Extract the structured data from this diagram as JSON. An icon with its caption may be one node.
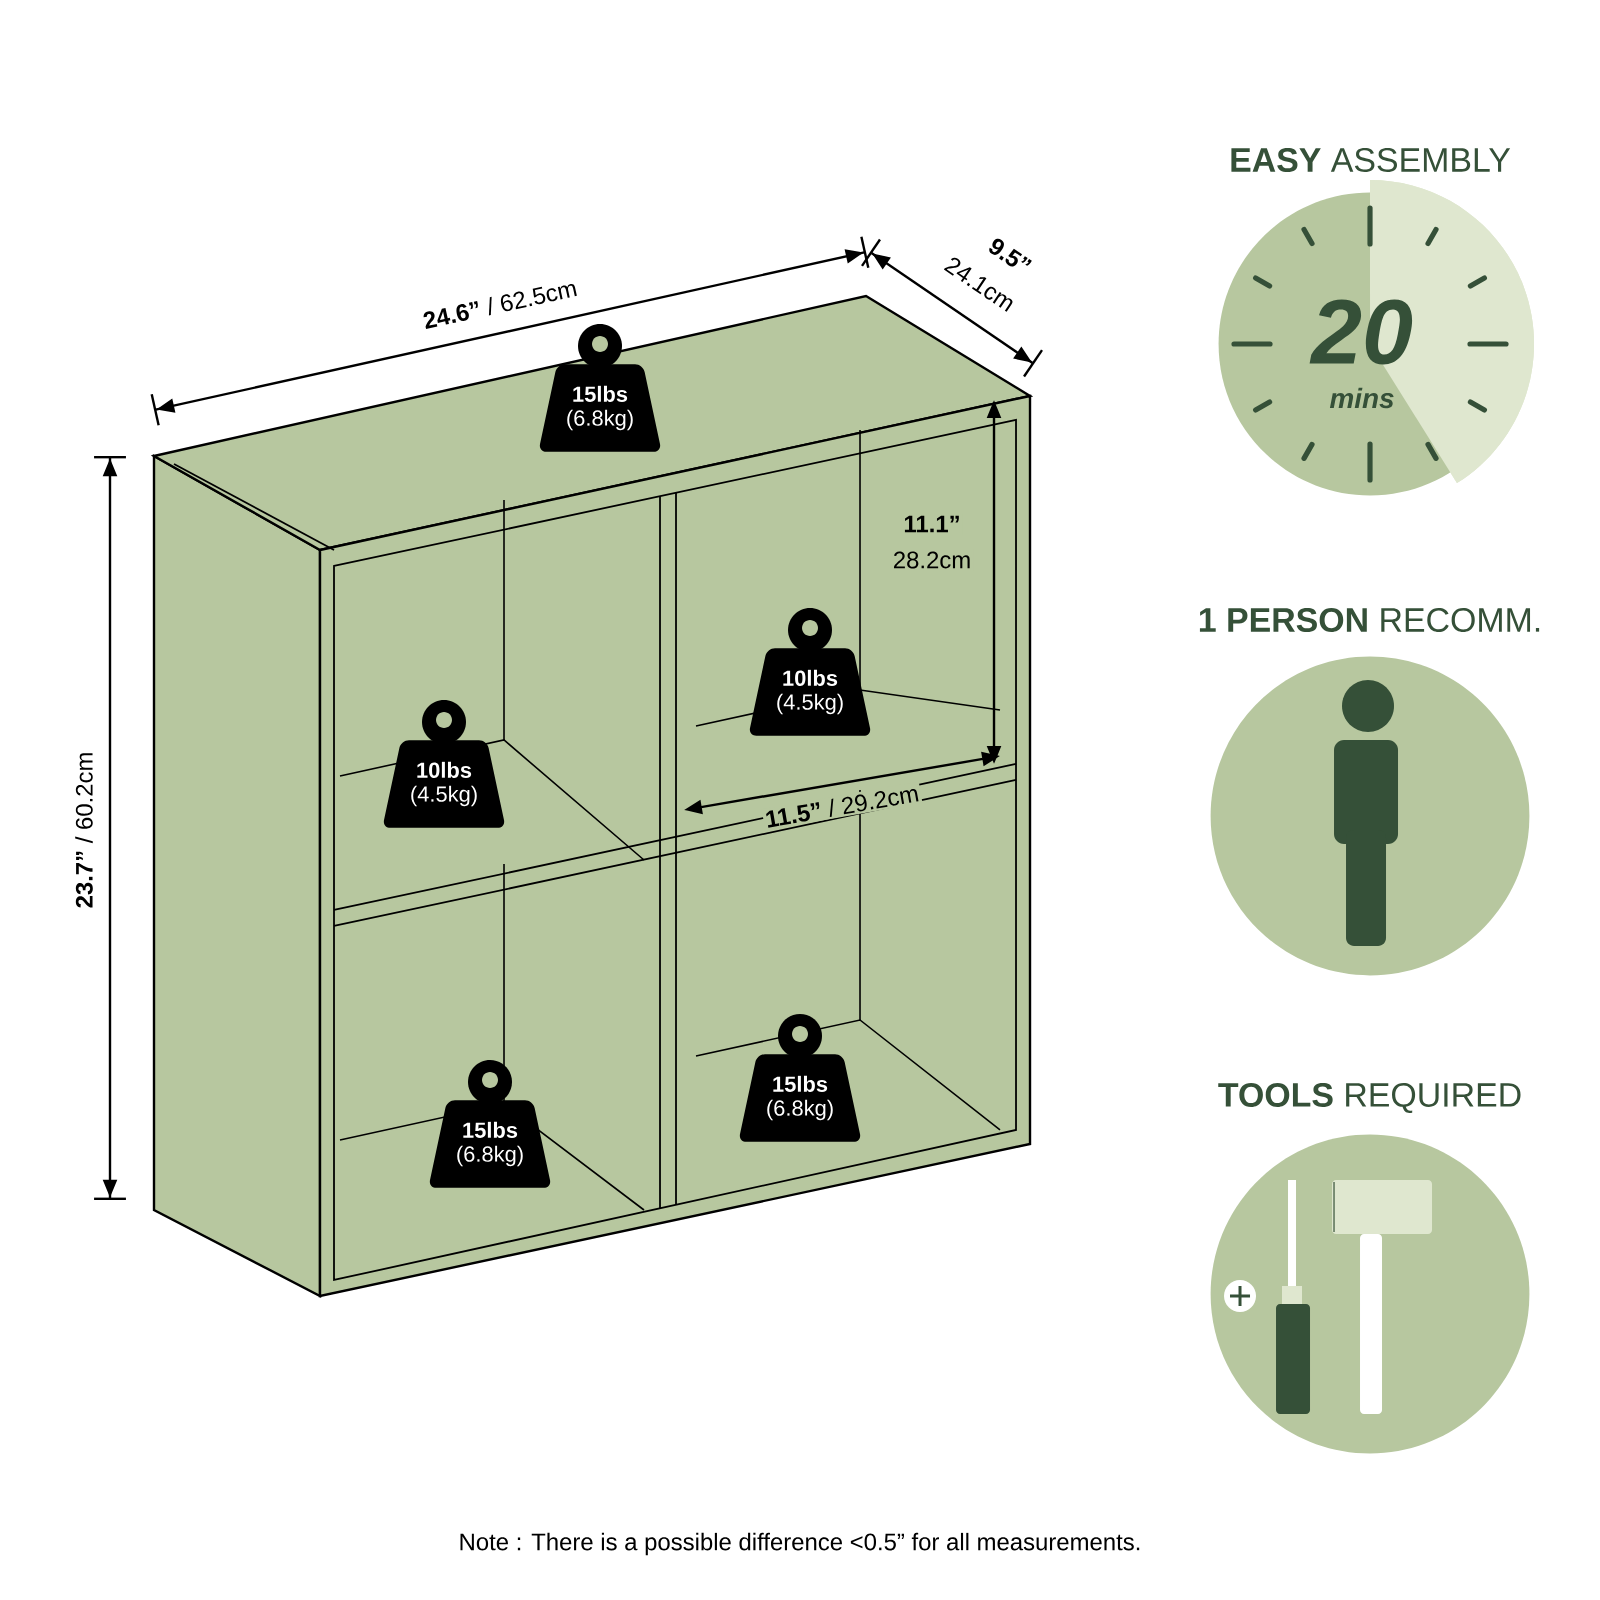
{
  "diagram": {
    "nodes": [
      {
        "text": [
          "15lbs",
          "(6.8kg)"
        ]
      },
      {
        "text": [
          "10lbs",
          "(4.5kg)"
        ]
      },
      {
        "text": [
          "10lbs",
          "(4.5kg)"
        ]
      },
      {
        "text": [
          "15lbs",
          "(6.8kg)"
        ]
      },
      {
        "text": [
          "15lbs",
          "(6.8kg)"
        ]
      },
      {
        "text": [
          "**EASY** ASSEMBLY",
          "20",
          "mins"
        ]
      },
      {
        "text": [
          "**1 PERSON** RECOMM."
        ]
      },
      {
        "text": [
          "**TOOLS** REQUIRED"
        ]
      }
    ],
    "labels": [
      "**24.6”** / 62.5cm",
      "9.5”",
      "24.1cm",
      "11.1”",
      "28.2cm",
      "**11.5”** / 29.2cm",
      "**23.7”** / 60.2cm",
      "Note : There is a possible difference <0.5” for all measurements."
    ]
  }
}
